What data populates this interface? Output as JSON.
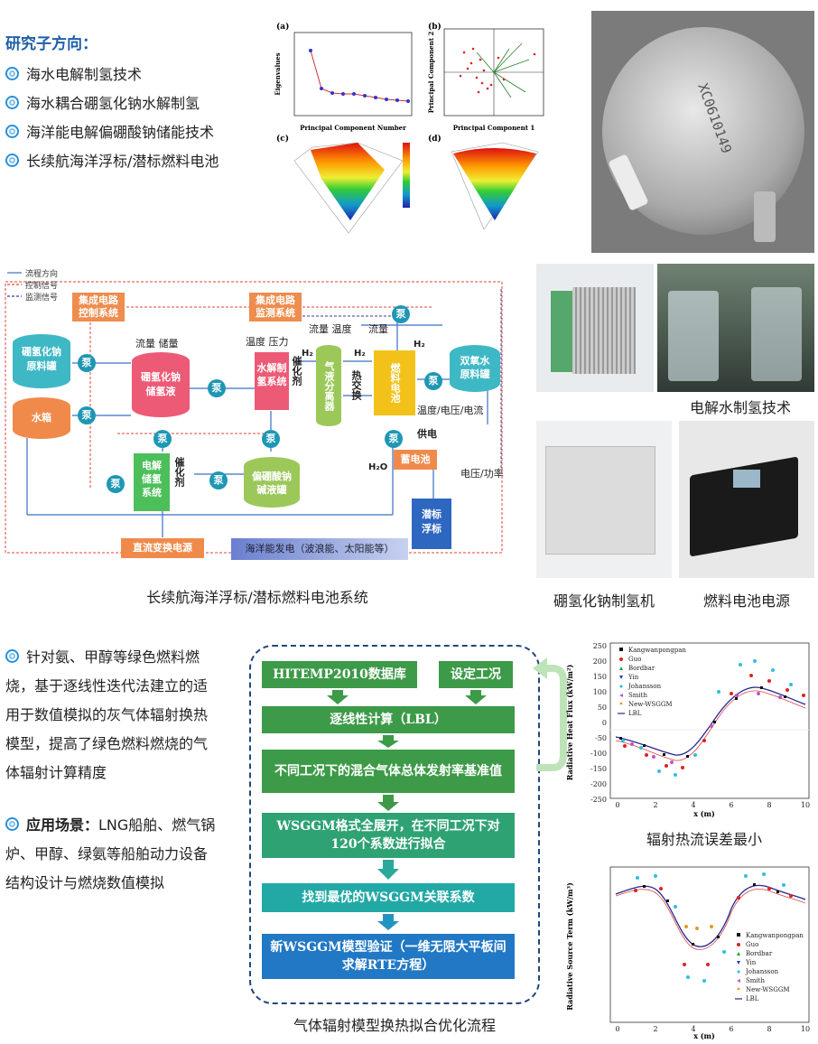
{
  "research": {
    "heading": "研究子方向：",
    "items": [
      "海水电解制氢技术",
      "海水耦合硼氢化钠水解制氢",
      "海洋能电解偏硼酸钠储能技术",
      "长续航海洋浮标/潜标燃料电池"
    ]
  },
  "pca": {
    "a_label": "(a)",
    "a_ylabel": "Eigenvalues",
    "a_xlabel": "Principal Component Number",
    "b_label": "(b)",
    "b_ylabel": "Principal Component 2",
    "b_xlabel": "Principal Component 1",
    "c_label": "(c)",
    "d_label": "(d)"
  },
  "photo_text": "XC0610149",
  "system": {
    "legend": [
      "流程方向",
      "控制信号",
      "监测信号"
    ],
    "control_box": "集成电路\n控制系统",
    "monitor_box": "集成电路\n监测系统",
    "nabh4_tank": "硼氢化钠\n原料罐",
    "water_tank": "水箱",
    "storage": "硼氢化钠\n储氢液",
    "hydrolysis": "水解制\n氢系统",
    "catalyst1": "催化剂",
    "separator": "气液分离器",
    "heat_exchange": "热交换",
    "fuel_cell": "燃料电池",
    "h2o2_tank": "双氧水\n原料罐",
    "electrolysis": "电解\n储氢\n系统",
    "catalyst2": "催化剂",
    "borate": "偏硼酸钠\n碱液罐",
    "battery": "蓄电池",
    "buoy": "潜标\n浮标",
    "dc_power": "直流变换电源",
    "ocean": "海洋能发电（波浪能、太阳能等）",
    "pump": "泵",
    "lbl_flow_level": "流量 储量",
    "lbl_temp_pressure": "温度 压力",
    "lbl_flow_temp": "流量 温度",
    "lbl_flow": "流量",
    "lbl_h2_a": "H₂",
    "lbl_h2_b": "H₂",
    "lbl_h2_c": "H₂",
    "lbl_temp_v_i": "温度/电压/电流",
    "lbl_supply": "供电",
    "lbl_h2o": "H₂O",
    "lbl_vp": "电压/功率",
    "caption": "长续航海洋浮标/潜标燃料电池系统"
  },
  "right_photos": {
    "caption1": "电解水制氢技术",
    "caption2": "硼氢化钠制氢机",
    "caption3": "燃料电池电源"
  },
  "gas": {
    "para1": "针对氨、甲醇等绿色燃料燃烧，基于逐线性迭代法建立的适用于数值模拟的灰气体辐射换热模型，提高了绿色燃料燃烧的气体辐射计算精度",
    "para2_label": "应用场景：",
    "para2": "LNG船舶、燃气锅炉、甲醇、绿氨等船舶动力设备结构设计与燃烧数值模拟"
  },
  "flow": {
    "box1": "HITEMP2010数据库",
    "box2": "设定工况",
    "box3": "逐线性计算（LBL）",
    "box4": "不同工况下的混合气体总体发射率基准值",
    "box5": "WSGGM格式全展开，在不同工况下对120个系数进行拟合",
    "box6": "找到最优的WSGGM关联系数",
    "box7": "新WSGGM模型验证（一维无限大平板间求解RTE方程）",
    "caption": "气体辐射模型换热拟合优化流程"
  },
  "chart1": {
    "ylabel": "Radiative Heat Flux (kW/m²)",
    "xlabel": "x (m)",
    "caption": "辐射热流误差最小",
    "legend": [
      "Kangwanpongpan",
      "Guo",
      "Bordbar",
      "Yin",
      "Johansson",
      "Smith",
      "New-WSGGM",
      "LBL"
    ],
    "yticks": [
      "250",
      "200",
      "150",
      "100",
      "50",
      "0",
      "-50",
      "-100",
      "-150",
      "-200",
      "-250"
    ],
    "xticks": [
      "0",
      "2",
      "4",
      "6",
      "8",
      "10"
    ]
  },
  "chart2": {
    "ylabel": "Radiative Source Term (kW/m³)",
    "xlabel": "x (m)",
    "legend": [
      "Kangwanpongpan",
      "Guo",
      "Bordbar",
      "Yin",
      "Johansson",
      "Smith",
      "New-WSGGM",
      "LBL"
    ],
    "xticks": [
      "0",
      "2",
      "4",
      "6",
      "8",
      "10"
    ]
  },
  "colors": {
    "accent": "#1f5fa8",
    "green": "#3d9a48",
    "teal": "#1fa79a",
    "blue": "#2178c4"
  }
}
